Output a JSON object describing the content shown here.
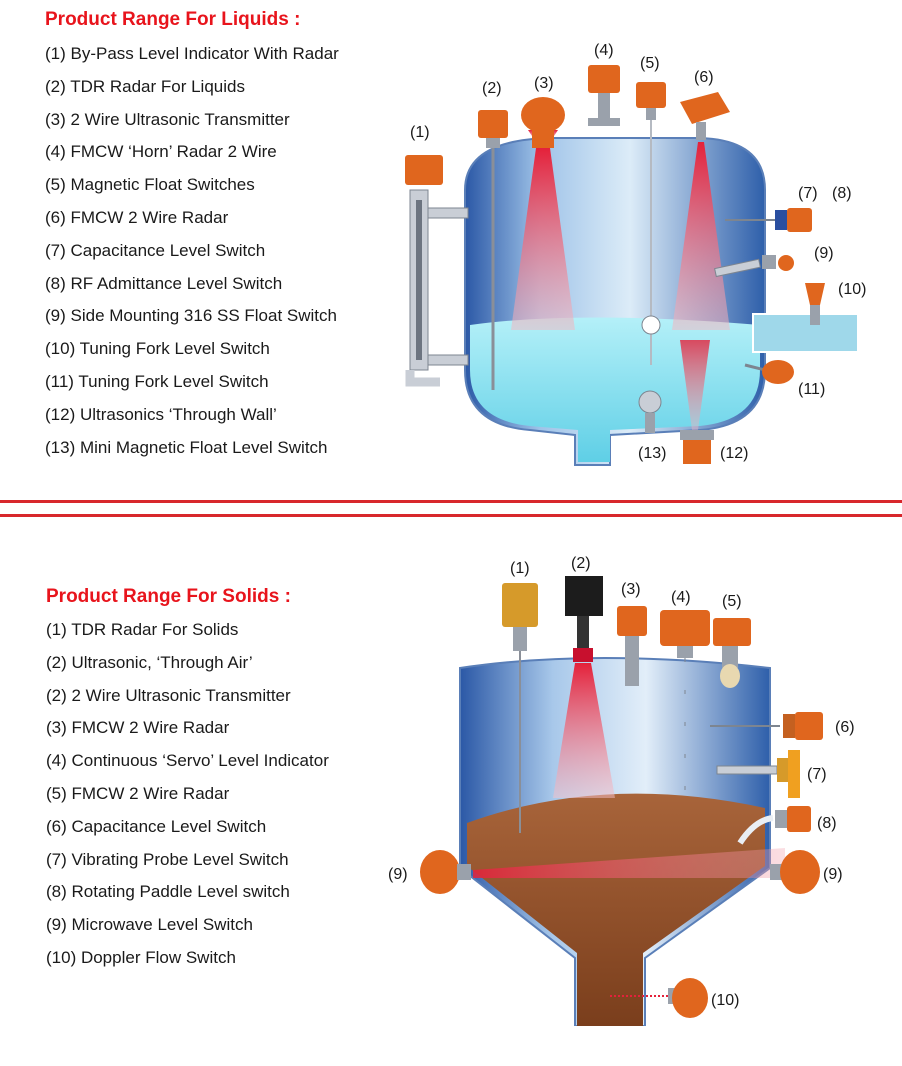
{
  "liquids": {
    "title": "Product Range For Liquids :",
    "items": [
      "(1) By-Pass Level Indicator With Radar",
      "(2) TDR Radar For Liquids",
      "(3) 2 Wire Ultrasonic Transmitter",
      "(4) FMCW ‘Horn’ Radar 2 Wire",
      "(5) Magnetic Float Switches",
      "(6) FMCW 2 Wire Radar",
      "(7) Capacitance Level Switch",
      "(8) RF Admittance Level Switch",
      "(9) Side Mounting 316 SS Float Switch",
      "(10) Tuning Fork Level Switch",
      "(11) Tuning Fork Level Switch",
      "(12) Ultrasonics ‘Through Wall’",
      "(13) Mini Magnetic Float Level Switch"
    ],
    "diagram_labels": [
      "(1)",
      "(2)",
      "(3)",
      "(4)",
      "(5)",
      "(6)",
      "(7)",
      "(8)",
      "(9)",
      "(10)",
      "(11)",
      "(12)",
      "(13)"
    ]
  },
  "solids": {
    "title": "Product Range For Solids :",
    "items": [
      "(1) TDR Radar For Solids",
      "(2) Ultrasonic, ‘Through Air’",
      "(2) 2 Wire Ultrasonic Transmitter",
      "(3) FMCW 2 Wire Radar",
      "(4) Continuous ‘Servo’ Level Indicator",
      "(5) FMCW 2 Wire Radar",
      "(6) Capacitance Level Switch",
      "(7) Vibrating Probe Level Switch",
      "(8) Rotating Paddle Level switch",
      "(9) Microwave Level Switch",
      "(10) Doppler Flow Switch"
    ],
    "diagram_labels": [
      "(1)",
      "(2)",
      "(3)",
      "(4)",
      "(5)",
      "(6)",
      "(7)",
      "(8)",
      "(9)",
      "(9)",
      "(10)"
    ]
  },
  "colors": {
    "accent": "#e8141c",
    "device": "#e0661e",
    "tank_blue": "#2e5faa",
    "liquid": "#8fe4f2",
    "solid": "#8a4a22",
    "beam": "#e8334a"
  }
}
